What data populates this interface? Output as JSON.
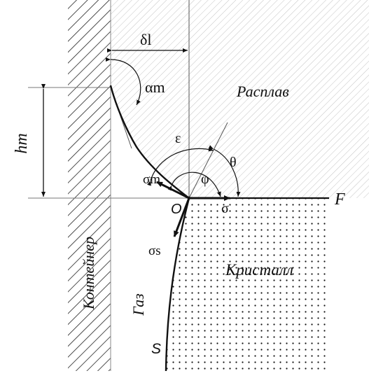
{
  "labels": {
    "delta_l": "δl",
    "h_m": "hm",
    "alpha_m": "αm",
    "melt": "Расплав",
    "epsilon": "ε",
    "theta": "θ",
    "phi": "φ",
    "sigma_m": "σm",
    "point_O": "O",
    "sigma": "σ",
    "F": "F",
    "sigma_s": "σs",
    "container": "Контейнер",
    "crystal": "Кристалл",
    "gas": "Газ",
    "S": "S"
  }
}
